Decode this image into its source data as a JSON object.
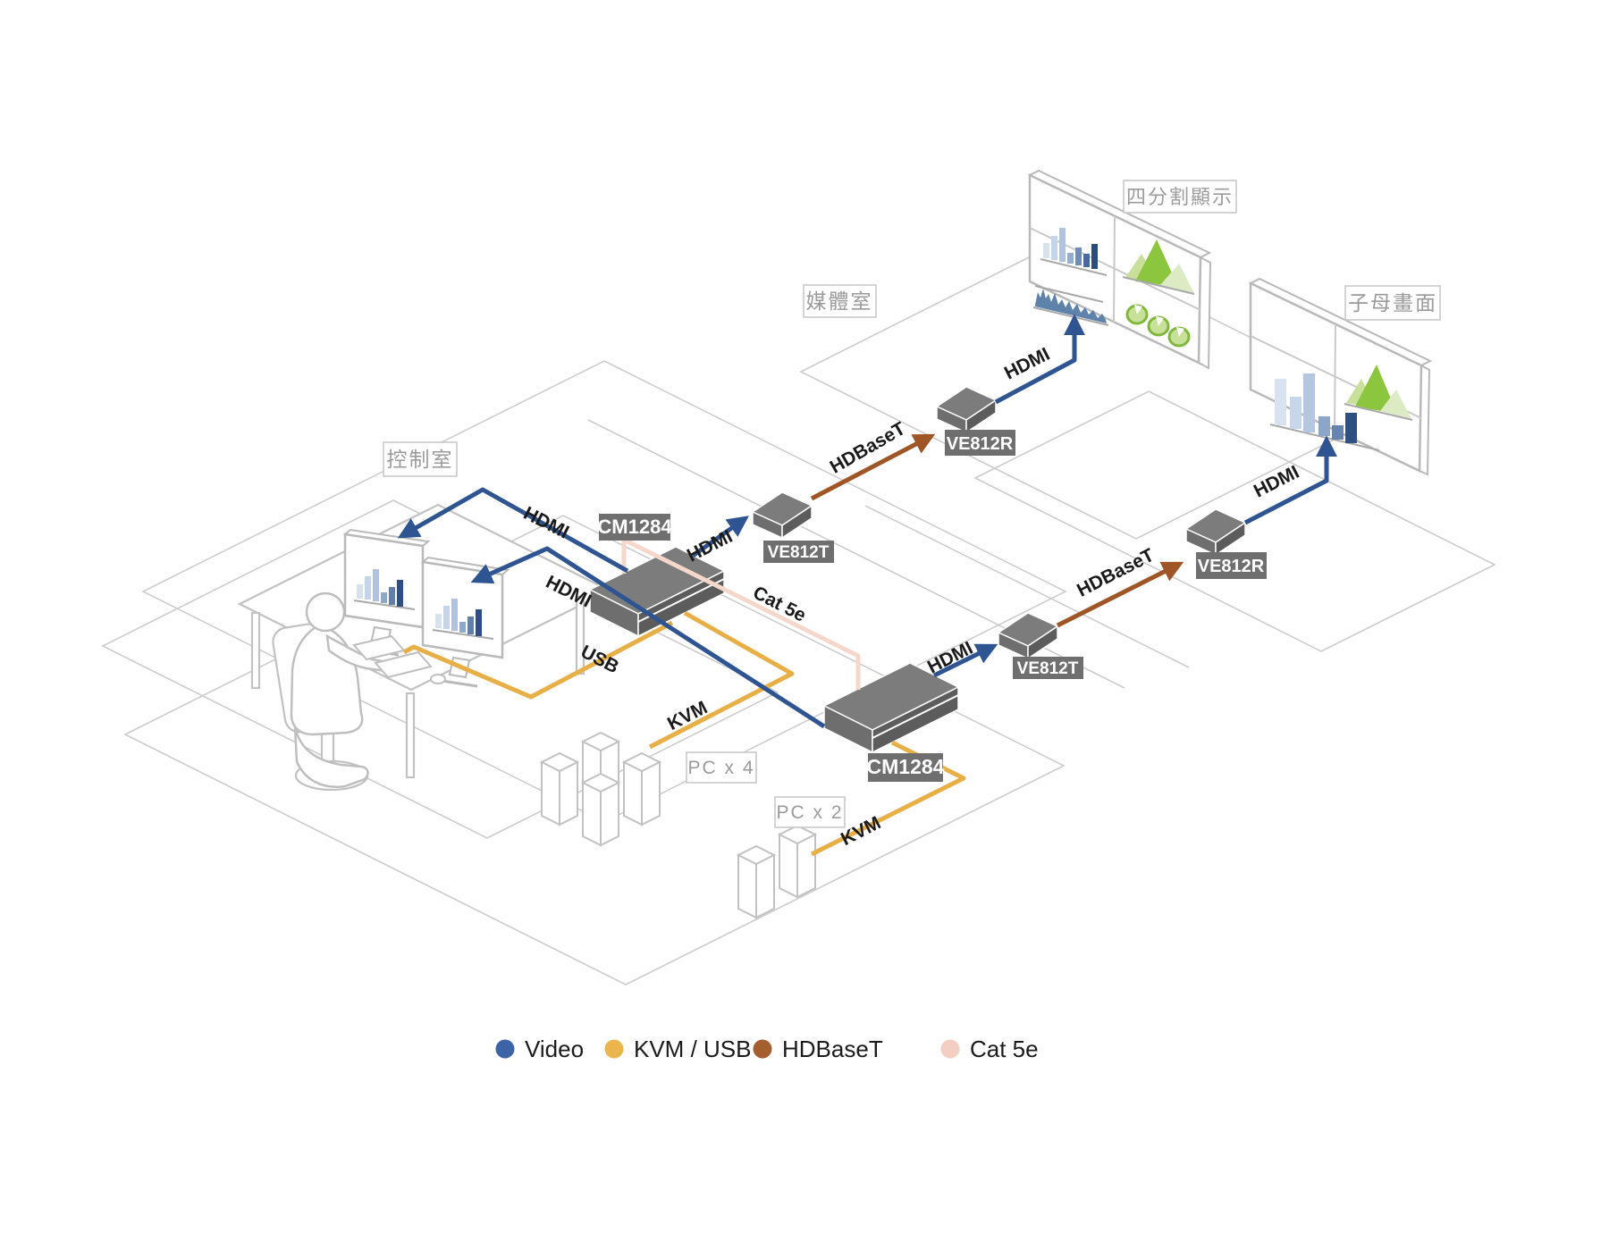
{
  "rooms": {
    "control_room": "控制室",
    "media_room": "媒體室"
  },
  "displays": {
    "quad_label": "四分割顯示",
    "pip_label": "子母畫面"
  },
  "devices": {
    "matrix_switch": "CM1284",
    "transmitter": "VE812T",
    "receiver": "VE812R"
  },
  "pc_groups": {
    "pc4": "PC x 4",
    "pc2": "PC x 2"
  },
  "cables": {
    "hdmi": "HDMI",
    "usb": "USB",
    "kvm": "KVM",
    "hdbaset": "HDBaseT",
    "cat5e": "Cat 5e"
  },
  "cable_colors": {
    "video": "#2E5492",
    "kvm_usb": "#E8AF46",
    "hdbaset": "#9F5526",
    "cat5e": "#F5D7CC"
  },
  "legend": {
    "items": [
      {
        "label": "Video",
        "color": "#3C63A8"
      },
      {
        "label": "KVM / USB",
        "color": "#EBB54D"
      },
      {
        "label": "HDBaseT",
        "color": "#A55E2D"
      },
      {
        "label": "Cat 5e",
        "color": "#F3CFC3"
      }
    ]
  }
}
